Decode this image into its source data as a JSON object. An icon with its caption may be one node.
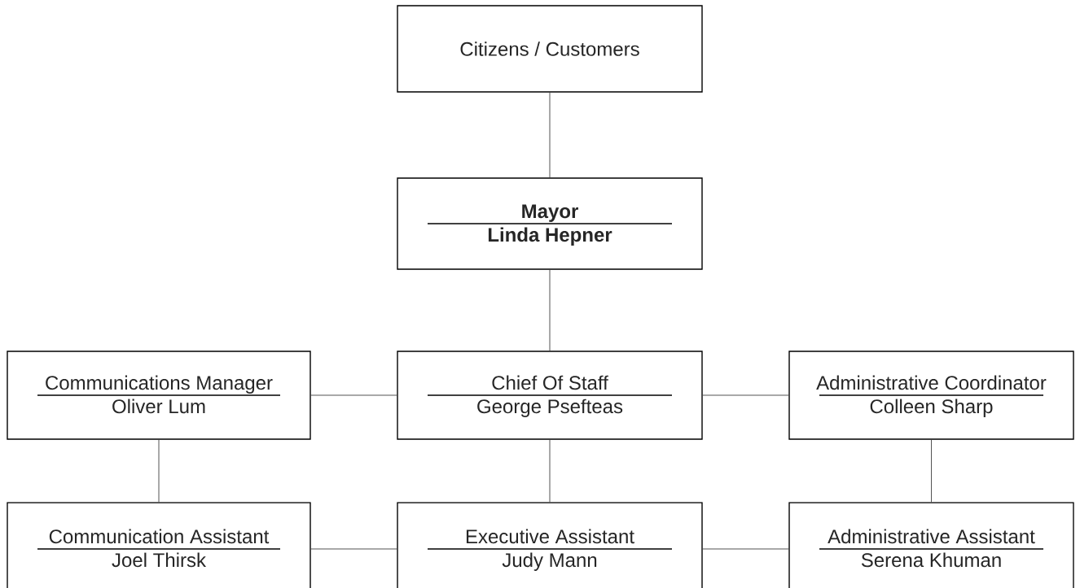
{
  "diagram": {
    "nodes": [
      {
        "text": [
          "Citizens / Customers"
        ]
      },
      {
        "text": [
          "Mayor",
          "Linda Hepner"
        ]
      },
      {
        "text": [
          "Communications Manager",
          "Oliver Lum"
        ]
      },
      {
        "text": [
          "Chief Of Staff",
          "George Psefteas"
        ]
      },
      {
        "text": [
          "Administrative Coordinator",
          "Colleen Sharp"
        ]
      },
      {
        "text": [
          "Communication Assistant",
          "Joel Thirsk"
        ]
      },
      {
        "text": [
          "Executive Assistant",
          "Judy Mann"
        ]
      },
      {
        "text": [
          "Administrative Assistant",
          "Serena Khuman"
        ]
      }
    ],
    "edges": [
      {
        "from": 0,
        "to": 1,
        "arrow": "none"
      },
      {
        "from": 1,
        "to": 3,
        "arrow": "none"
      },
      {
        "from": 2,
        "to": 3,
        "arrow": "none"
      },
      {
        "from": 3,
        "to": 4,
        "arrow": "none"
      },
      {
        "from": 2,
        "to": 5,
        "arrow": "none"
      },
      {
        "from": 3,
        "to": 6,
        "arrow": "none"
      },
      {
        "from": 4,
        "to": 7,
        "arrow": "none"
      },
      {
        "from": 5,
        "to": 6,
        "arrow": "none"
      },
      {
        "from": 6,
        "to": 7,
        "arrow": "none"
      }
    ]
  }
}
